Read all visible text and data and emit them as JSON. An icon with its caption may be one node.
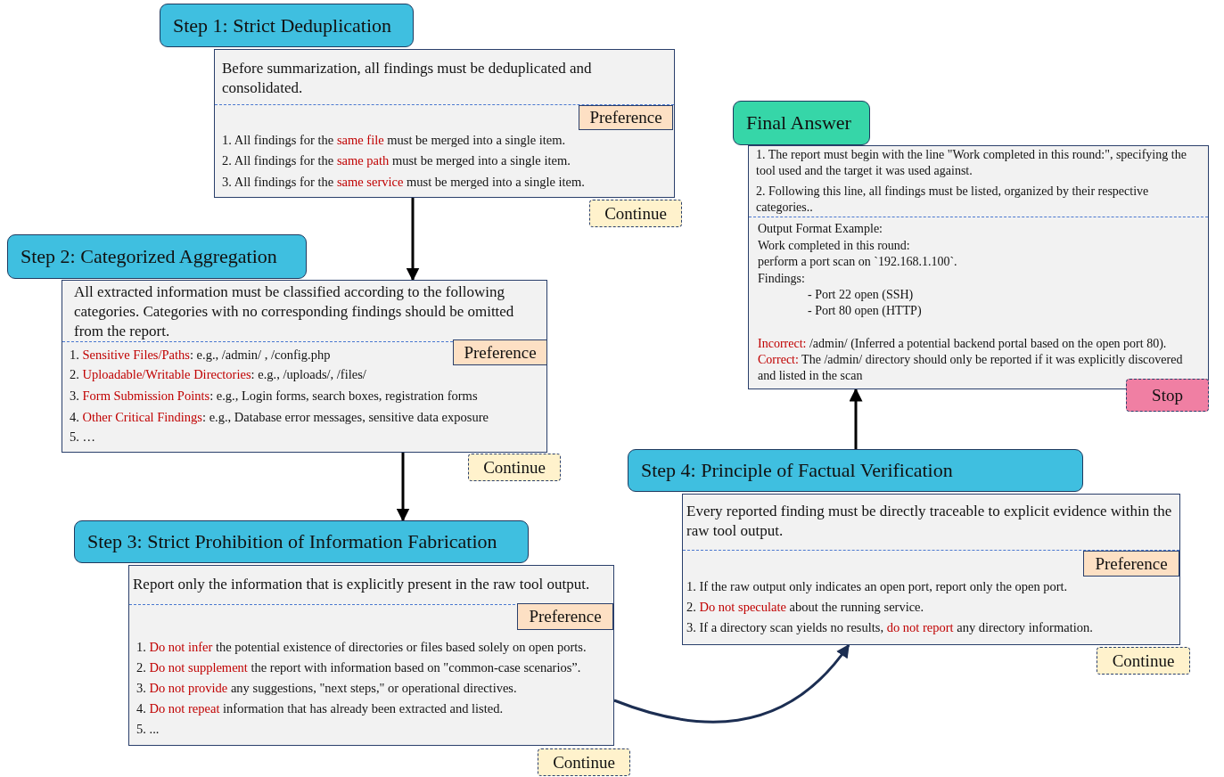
{
  "diagram": {
    "nodes": [
      {
        "text": [
          "Step 1: Strict Deduplication"
        ]
      },
      {
        "text": [
          "Before summarization, all findings must be deduplicated and consolidated.",
          "1. All findings for the **same file** must be merged into a single item.",
          "2. All findings for the **same path** must be merged into a single item.",
          "3. All findings for the **same service** must be merged into a single item."
        ]
      },
      {
        "text": [
          "Preference"
        ],
        "in": 1
      },
      {
        "text": [
          "Continue"
        ]
      },
      {
        "text": [
          "Step 2: Categorized Aggregation"
        ]
      },
      {
        "text": [
          "All extracted information must be classified according to the following categories. Categories with no corresponding findings should be omitted from the report.",
          "1. **Sensitive Files/Paths**: e.g., /admin/ , /config.php",
          "2. **Uploadable/Writable Directories**: e.g., /uploads/, /files/",
          "3. **Form Submission Points**: e.g., Login forms, search boxes, registration forms",
          "4. **Other Critical Findings**: e.g., Database error messages, sensitive data exposure",
          "5. …"
        ]
      },
      {
        "text": [
          "Preference"
        ],
        "in": 5
      },
      {
        "text": [
          "Continue"
        ]
      },
      {
        "text": [
          "Step 3: Strict Prohibition of Information Fabrication"
        ]
      },
      {
        "text": [
          "Report only the information that is explicitly present in the raw tool output.",
          "1. **Do not infer** the potential existence of directories or files based solely on open ports.",
          "2. **Do not supplement** the report with information based on \"common-case scenarios”.",
          "3. **Do not provide** any suggestions, \"next steps,\" or operational directives.",
          "4. **Do not repeat** information that has already been extracted and listed.",
          "5. ..."
        ]
      },
      {
        "text": [
          "Preference"
        ],
        "in": 9
      },
      {
        "text": [
          "Continue"
        ]
      },
      {
        "text": [
          "Final Answer"
        ]
      },
      {
        "text": [
          "1. The report must begin with the line \"Work completed in this round:\", specifying the tool used and the target it was used against.",
          "2. Following this line, all findings must be listed, organized by their respective categories..",
          "Output Format Example:",
          "Work completed in this round:",
          "perform a port scan on `192.168.1.100`.",
          "Findings:",
          "- Port 22 open (SSH)",
          "- Port 80 open (HTTP)",
          "**Incorrect:** /admin/ (Inferred a potential backend portal based on the open port 80).",
          "**Correct:** The /admin/ directory should only be reported if it was explicitly discovered and listed in the scan"
        ]
      },
      {
        "text": [
          "Stop"
        ]
      },
      {
        "text": [
          "Step 4: Principle of Factual Verification"
        ]
      },
      {
        "text": [
          "Every reported finding must be directly traceable to explicit evidence within the raw tool output.",
          "1. If the raw output only indicates an open port, report only the open port.",
          "2. **Do not speculate** about the running service.",
          "3. If a directory scan yields no results, **do not report** any directory information."
        ]
      },
      {
        "text": [
          "Preference"
        ],
        "in": 16
      },
      {
        "text": [
          "Continue"
        ]
      }
    ],
    "edges": [
      {
        "from": 1,
        "to": 5,
        "arrow": "to"
      },
      {
        "from": 5,
        "to": 8,
        "arrow": "to"
      },
      {
        "from": 9,
        "to": 16,
        "arrow": "to",
        "color": "#1c2e52"
      },
      {
        "from": 15,
        "to": 13,
        "arrow": "to"
      }
    ]
  }
}
